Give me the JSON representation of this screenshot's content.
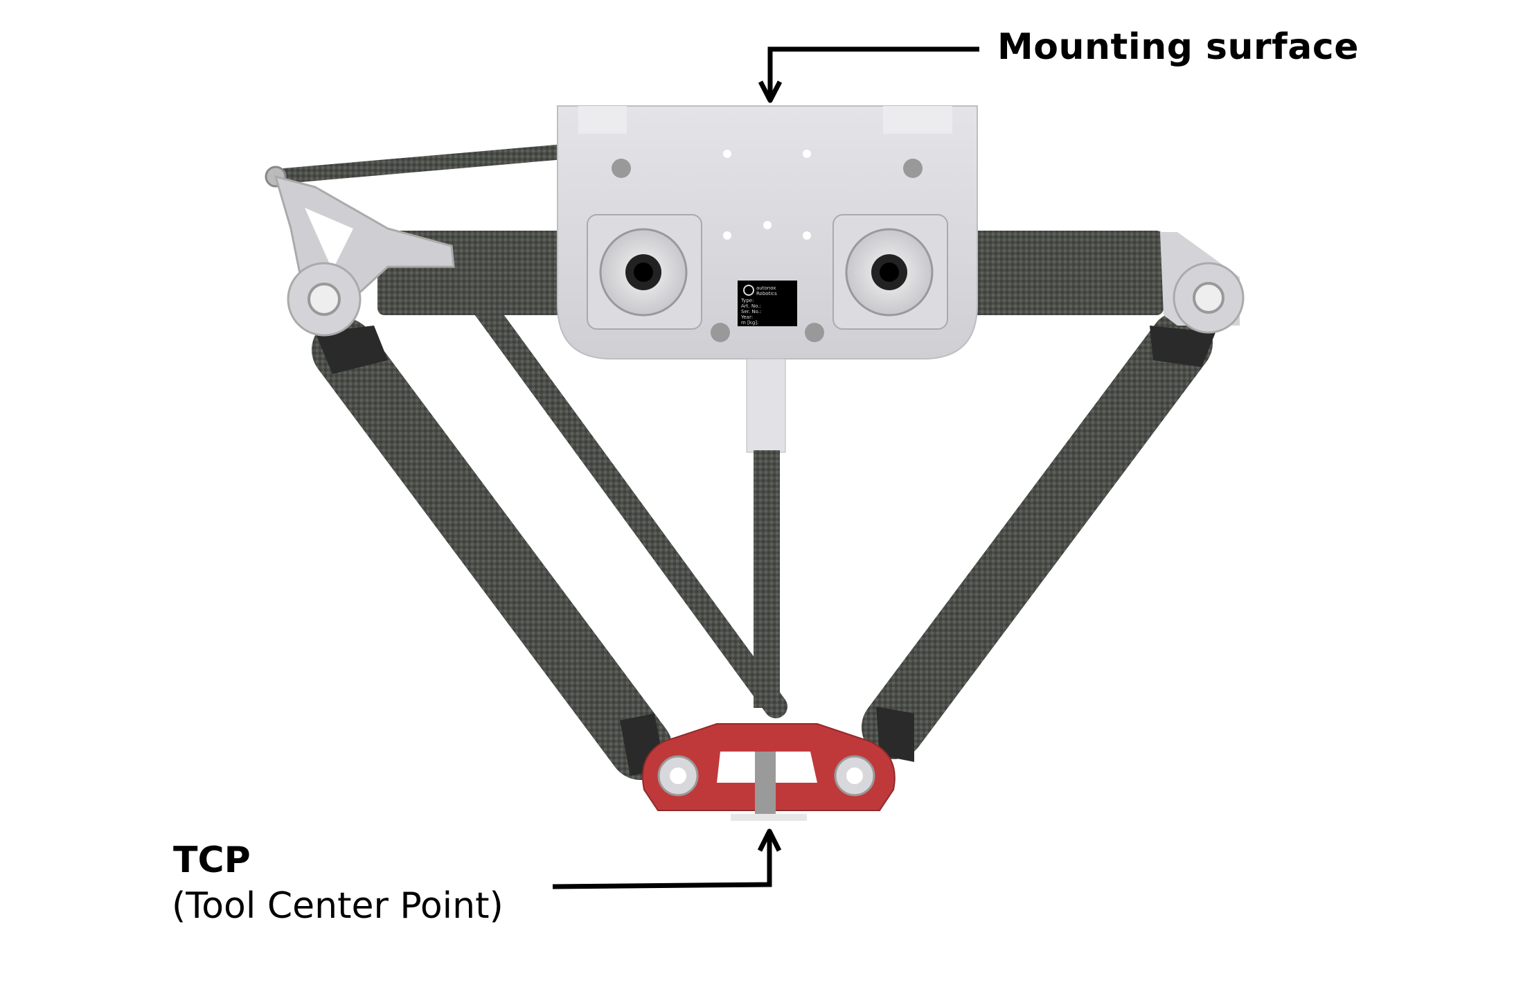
{
  "annotations": {
    "mounting_surface": "Mounting surface",
    "tcp_title": "TCP",
    "tcp_subtitle": "(Tool Center Point)"
  },
  "nameplate": {
    "brand": "autonox",
    "brand_sub": "Robotics",
    "fields": [
      "Type:",
      "Art. No.:",
      "Ser. No.:",
      "Year:",
      "m [kg]:"
    ]
  },
  "colors": {
    "arrow": "#000000",
    "base": "#d6d6db",
    "carbon": "#4b4e49",
    "platform": "#c0393a"
  }
}
